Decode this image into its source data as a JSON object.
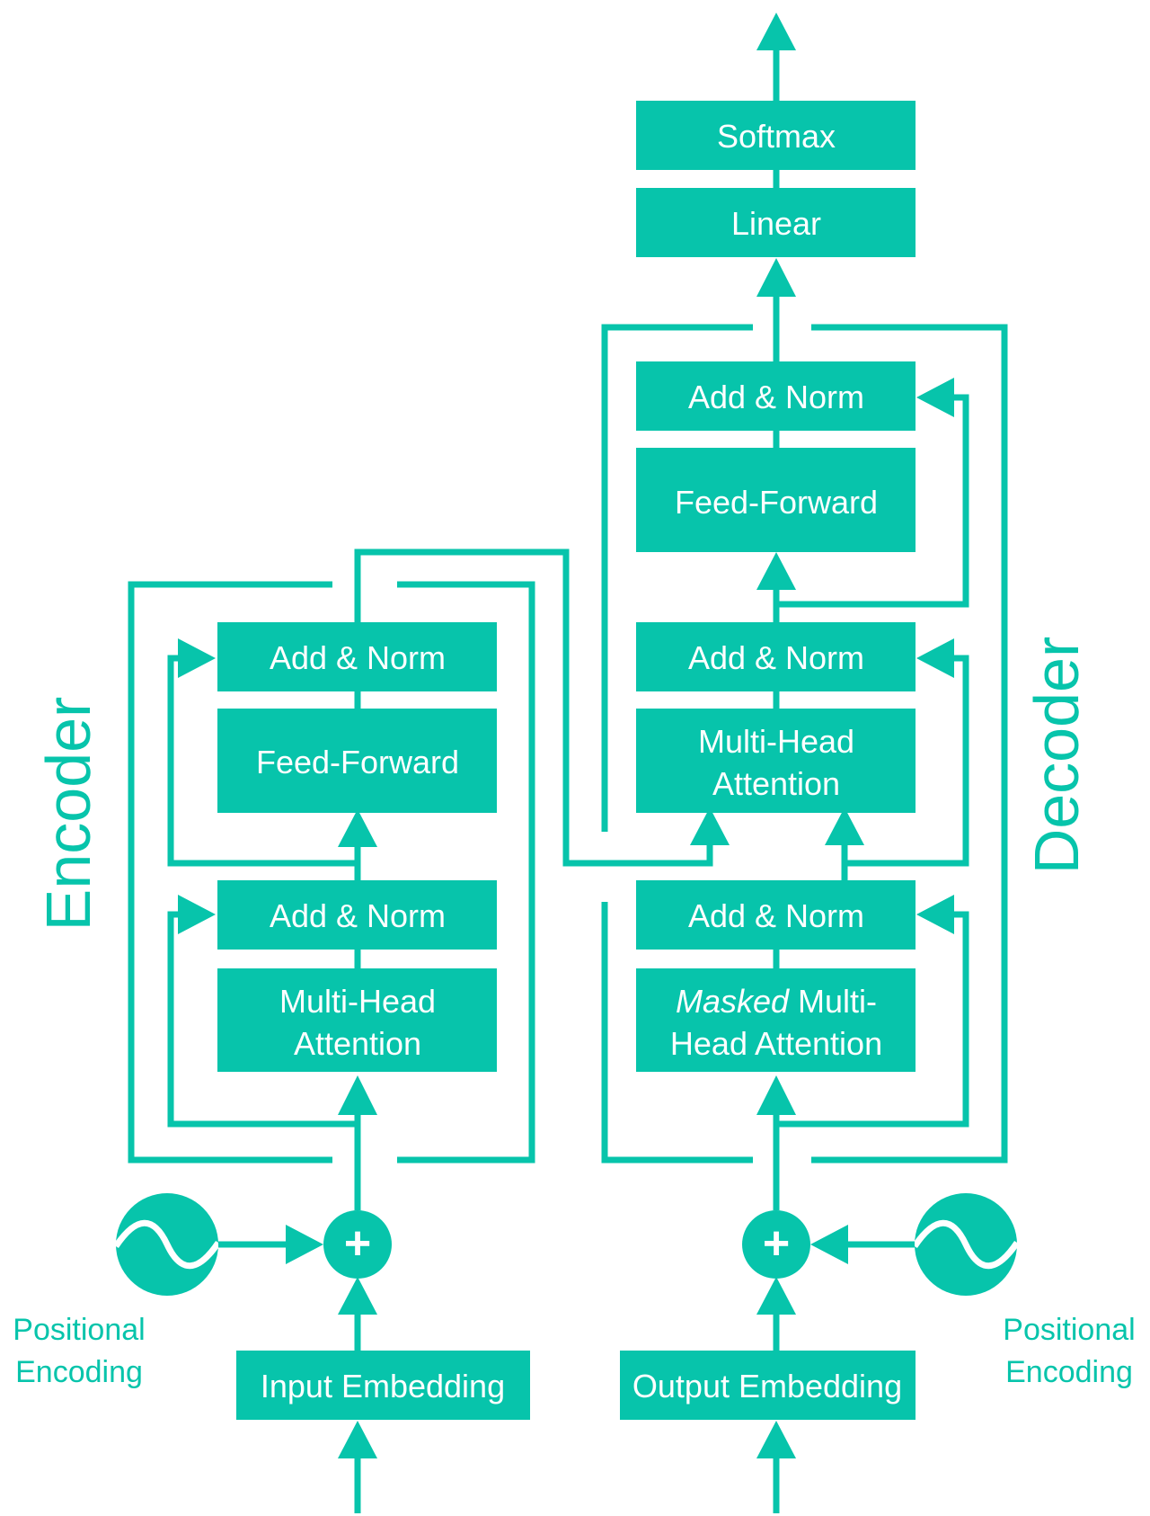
{
  "color": "#07c4ab",
  "encoder": {
    "title": "Encoder",
    "add_norm_top": "Add & Norm",
    "feed_forward": "Feed-Forward",
    "add_norm_bottom": "Add & Norm",
    "attention_line1": "Multi-Head",
    "attention_line2": "Attention",
    "embedding": "Input Embedding",
    "positional_line1": "Positional",
    "positional_line2": "Encoding",
    "plus": "+"
  },
  "decoder": {
    "title": "Decoder",
    "softmax": "Softmax",
    "linear": "Linear",
    "add_norm_top": "Add & Norm",
    "feed_forward": "Feed-Forward",
    "add_norm_middle": "Add & Norm",
    "attention_line1": "Multi-Head",
    "attention_line2": "Attention",
    "add_norm_bottom": "Add & Norm",
    "masked_italic": "Masked",
    "masked_rest": " Multi-",
    "masked_line2": "Head Attention",
    "embedding": "Output Embedding",
    "positional_line1": "Positional",
    "positional_line2": "Encoding",
    "plus": "+"
  },
  "icons": {
    "positional_encoding": "sine-wave-icon",
    "add": "plus-circle-icon",
    "arrow": "arrow-head-icon"
  }
}
